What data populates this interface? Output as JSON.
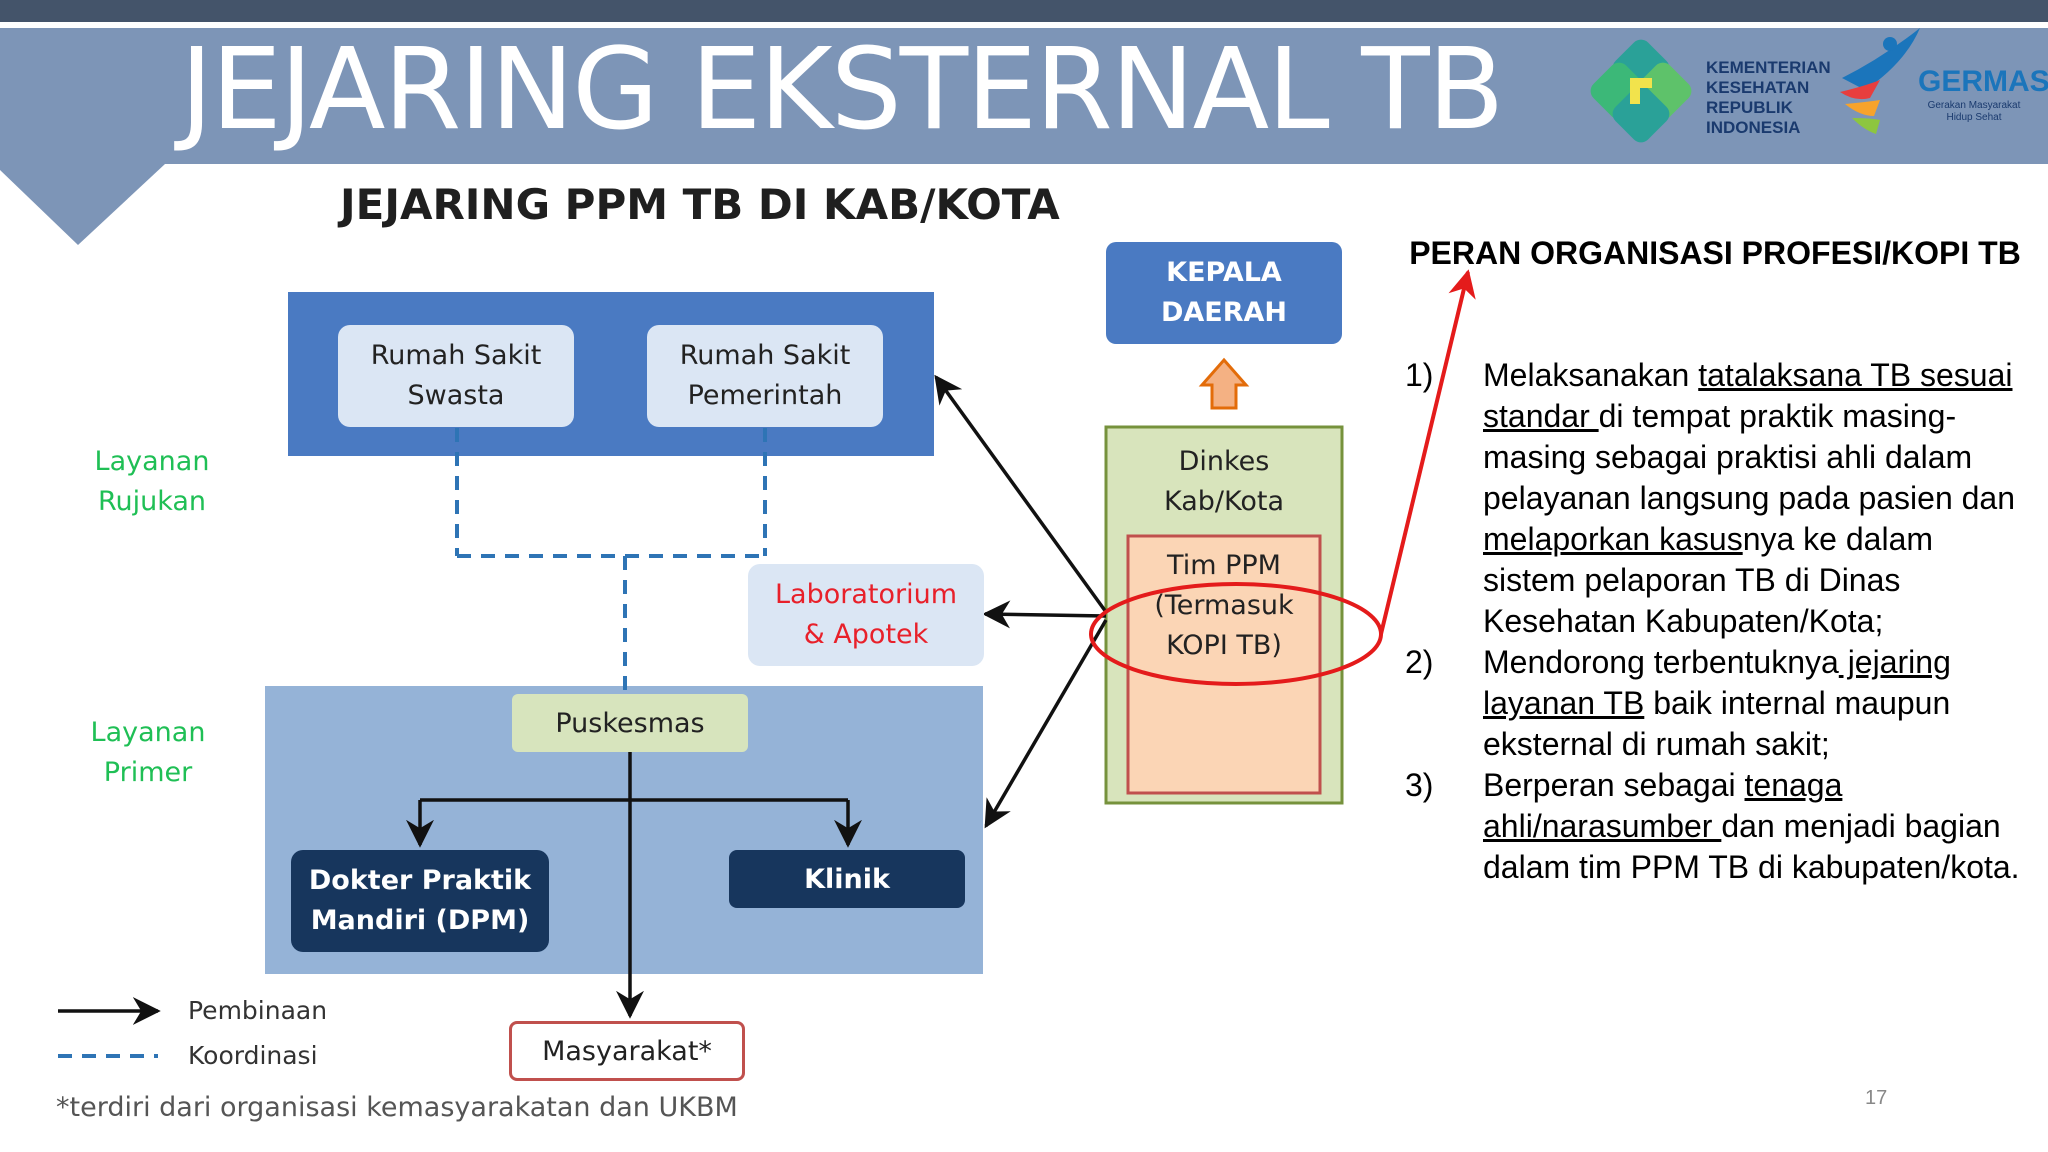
{
  "header": {
    "title": "JEJARING EKSTERNAL TB",
    "kemenkes_logo_text": [
      "KEMENTERIAN",
      "KESEHATAN",
      "REPUBLIK",
      "INDONESIA"
    ],
    "germas_logo_text": "GERMAS",
    "germas_tagline": [
      "Gerakan Masyarakat",
      "Hidup Sehat"
    ]
  },
  "diagram": {
    "title": "JEJARING PPM TB DI KAB/KOTA",
    "labels": {
      "layanan_rujukan": "Layanan\nRujukan",
      "layanan_primer": "Layanan\nPrimer"
    },
    "nodes": {
      "rs_swasta": "Rumah Sakit\nSwasta",
      "rs_pemerintah": "Rumah Sakit\nPemerintah",
      "laboratorium": "Laboratorium\n& Apotek",
      "puskesmas": "Puskesmas",
      "dpm": "Dokter Praktik\nMandiri (DPM)",
      "klinik": "Klinik",
      "masyarakat": "Masyarakat*",
      "kepala_daerah": "KEPALA\nDAERAH",
      "dinkes": "Dinkes\nKab/Kota",
      "tim_ppm": "Tim PPM\n(Termasuk\nKOPI TB)"
    },
    "legend": {
      "pembinaan": "Pembinaan",
      "koordinasi": "Koordinasi"
    },
    "footnote": "*terdiri dari organisasi kemasyarakatan dan UKBM"
  },
  "right_panel": {
    "heading": "PERAN ORGANISASI PROFESI/KOPI TB",
    "items": [
      {
        "num": "1)",
        "segments": [
          {
            "text": "Melaksanakan ",
            "u": false
          },
          {
            "text": "tatalaksana TB sesuai standar ",
            "u": true
          },
          {
            "text": "di tempat praktik masing-masing sebagai praktisi ahli dalam pelayanan langsung pada pasien dan ",
            "u": false
          },
          {
            "text": "melaporkan kasus",
            "u": true
          },
          {
            "text": "nya ke dalam sistem pelaporan TB di Dinas Kesehatan Kabupaten/Kota;",
            "u": false
          }
        ]
      },
      {
        "num": "2)",
        "segments": [
          {
            "text": "Mendorong terbentuknya",
            "u": false
          },
          {
            "text": " jejaring layanan TB",
            "u": true
          },
          {
            "text": " baik internal maupun eksternal di rumah sakit;",
            "u": false
          }
        ]
      },
      {
        "num": "3)",
        "segments": [
          {
            "text": "Berperan sebagai ",
            "u": false
          },
          {
            "text": "tenaga ahli/narasumber ",
            "u": true
          },
          {
            "text": "dan menjadi bagian dalam tim PPM TB di kabupaten/kota.",
            "u": false
          }
        ]
      }
    ]
  },
  "page_number": "17",
  "colors": {
    "header_band": "#7d95b7",
    "top_bar": "#44546a",
    "rujukan_panel": "#4a7ac2",
    "primer_panel": "#95b3d7",
    "light_box": "#dbe6f4",
    "dark_box": "#17365d",
    "puskesmas_box": "#d7e4bd",
    "dinkes_box": "#d8e4bc",
    "tim_ppm_box": "#fbd5b5",
    "lab_text": "#e8202a",
    "green_label": "#1fbf55",
    "highlight_red": "#e41b1b"
  }
}
